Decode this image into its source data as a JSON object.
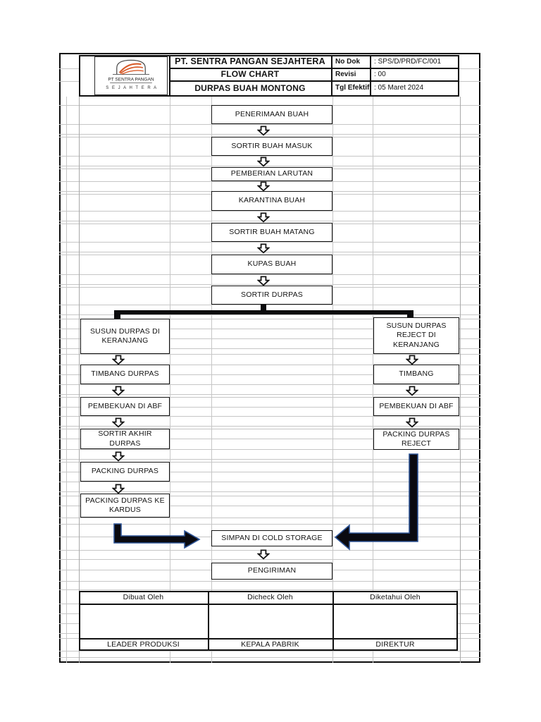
{
  "header": {
    "logo": {
      "company_short": "PT SENTRA PANGAN",
      "brand": "S E J A H T E R A"
    },
    "company": "PT. SENTRA PANGAN SEJAHTERA",
    "document_type": "FLOW CHART",
    "document_title": "DURPAS BUAH MONTONG",
    "info": [
      {
        "label": "No Dok",
        "value": ": SPS/D/PRD/FC/001"
      },
      {
        "label": "Revisi",
        "value": ": 00"
      },
      {
        "label": "Tgl Efektif",
        "value": ": 05 Maret 2024"
      }
    ]
  },
  "flow": {
    "main_steps": [
      "PENERIMAAN BUAH",
      "SORTIR BUAH MASUK",
      "PEMBERIAN LARUTAN",
      "KARANTINA BUAH",
      "SORTIR BUAH MATANG",
      "KUPAS BUAH",
      "SORTIR DURPAS"
    ],
    "left_branch": [
      "SUSUN DURPAS DI KERANJANG",
      "TIMBANG DURPAS",
      "PEMBEKUAN DI ABF",
      "SORTIR AKHIR DURPAS",
      "PACKING DURPAS",
      "PACKING DURPAS KE KARDUS"
    ],
    "right_branch": [
      "SUSUN DURPAS REJECT DI KERANJANG",
      "TIMBANG",
      "PEMBEKUAN DI ABF",
      "PACKING DURPAS REJECT"
    ],
    "merge_steps": [
      "SIMPAN DI COLD STORAGE",
      "PENGIRIMAN"
    ]
  },
  "signatures": {
    "columns": [
      {
        "role": "Dibuat Oleh",
        "name": "LEADER PRODUKSI"
      },
      {
        "role": "Dicheck Oleh",
        "name": "KEPALA PABRIK"
      },
      {
        "role": "Diketahui Oleh",
        "name": "DIREKTUR"
      }
    ]
  },
  "colors": {
    "accent_orange": "#D85C2B",
    "line_black": "#111111",
    "arrow_edge_blue": "#2e5496",
    "grid_gray": "#c6c6c6"
  }
}
